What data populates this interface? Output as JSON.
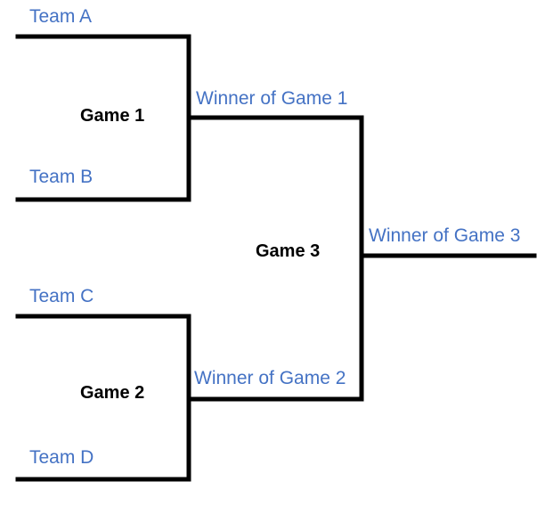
{
  "colors": {
    "team_text": "#4472c4",
    "game_text": "#000000",
    "bracket_line": "#000000"
  },
  "teams": {
    "a": "Team A",
    "b": "Team B",
    "c": "Team C",
    "d": "Team D"
  },
  "games": {
    "game1": "Game 1",
    "game2": "Game 2",
    "game3": "Game 3"
  },
  "winners": {
    "game1": "Winner of Game 1",
    "game2": "Winner of Game 2",
    "game3": "Winner of Game 3"
  }
}
